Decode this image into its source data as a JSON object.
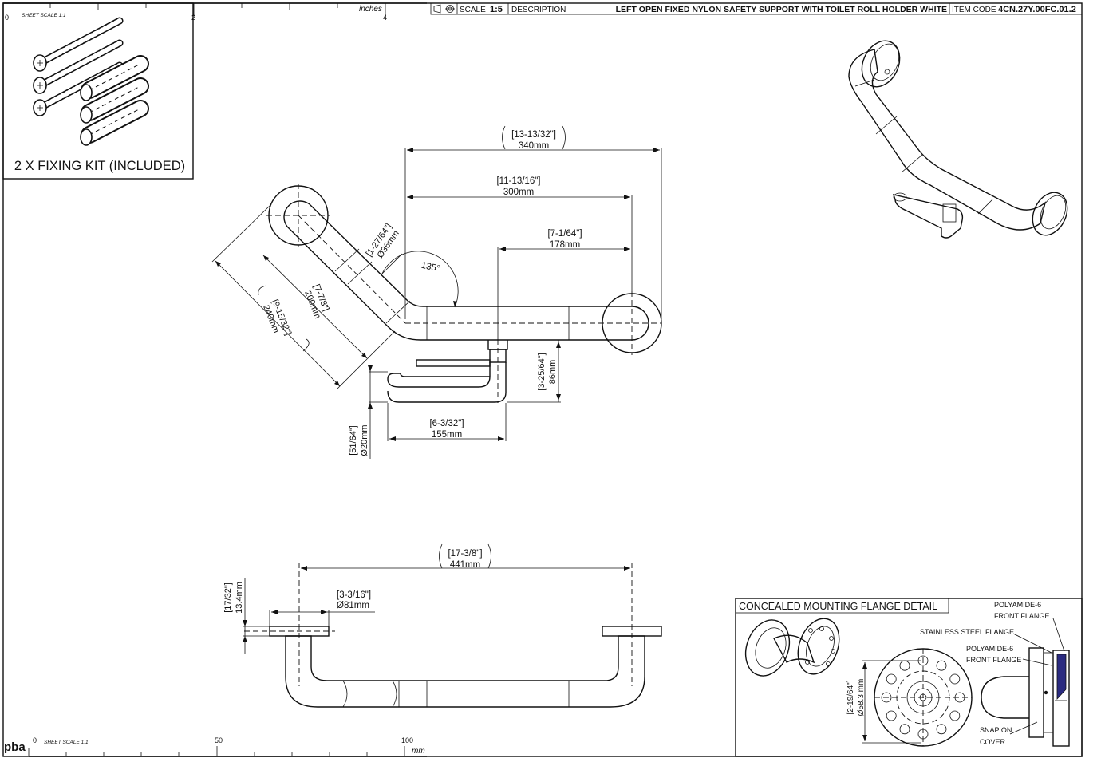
{
  "title_block": {
    "scale_label": "SCALE",
    "scale_value": "1:5",
    "description_label": "DESCRIPTION",
    "description": "LEFT OPEN FIXED NYLON SAFETY SUPPORT WITH TOILET ROLL HOLDER WHITE",
    "item_code_label": "ITEM CODE",
    "item_code": "4CN.27Y.00FC.01.2"
  },
  "top_ruler": {
    "unit": "inches",
    "ticks": [
      "0",
      "2",
      "4"
    ],
    "sheet_scale": "SHEET SCALE 1:1"
  },
  "bottom_ruler": {
    "unit": "mm",
    "ticks": [
      "0",
      "50",
      "100"
    ],
    "sheet_scale": "SHEET SCALE 1:1",
    "logo": "pba"
  },
  "fixing_kit": {
    "label": "2 X FIXING KIT (INCLUDED)"
  },
  "top_view": {
    "dim_overall": {
      "inch": "[13-13/32\"]",
      "mm": "340mm"
    },
    "dim_300": {
      "inch": "[11-13/16\"]",
      "mm": "300mm"
    },
    "dim_178": {
      "inch": "[7-1/64\"]",
      "mm": "178mm"
    },
    "dim_diameter": {
      "inch": "[1-27/64\"]",
      "mm": "Ø36mm"
    },
    "dim_200": {
      "inch": "[7-7/8\"]",
      "mm": "200mm"
    },
    "dim_240": {
      "inch": "[9-15/32\"]",
      "mm": "240mm"
    },
    "angle": "135°",
    "dim_86": {
      "inch": "[3-25/64\"]",
      "mm": "86mm"
    },
    "dim_155": {
      "inch": "[6-3/32\"]",
      "mm": "155mm"
    },
    "dim_20": {
      "inch": "[51/64\"]",
      "mm": "Ø20mm"
    }
  },
  "side_view": {
    "dim_441": {
      "inch": "[17-3/8\"]",
      "mm": "441mm"
    },
    "dim_81": {
      "inch": "[3-3/16\"]",
      "mm": "Ø81mm"
    },
    "dim_13": {
      "inch": "[17/32\"]",
      "mm": "13.4mm"
    }
  },
  "flange_detail": {
    "title": "CONCEALED MOUNTING FLANGE DETAIL",
    "diameter": {
      "inch": "[2-19/64\"]",
      "mm": "Ø58.3 mm"
    },
    "callout_pa6_a_1": "POLYAMIDE-6",
    "callout_pa6_a_2": "FRONT FLANGE",
    "callout_steel": "STAINLESS STEEL FLANGE",
    "callout_pa6_b_1": "POLYAMIDE-6",
    "callout_pa6_b_2": "FRONT FLANGE",
    "callout_snap_1": "SNAP ON",
    "callout_snap_2": "COVER"
  }
}
